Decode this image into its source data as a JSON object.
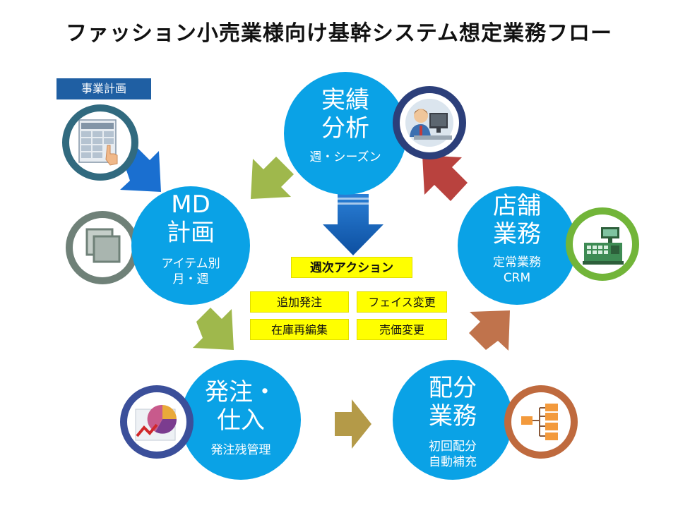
{
  "title": "ファッション小売業様向け基幹システム想定業務フロー",
  "plan_label": "事業計画",
  "nodes": {
    "results": {
      "main1": "実績",
      "main2": "分析",
      "sub1": "週・シーズン"
    },
    "md": {
      "main1": "MD",
      "main2": "計画",
      "sub1": "アイテム別",
      "sub2": "月・週"
    },
    "store": {
      "main1": "店舗",
      "main2": "業務",
      "sub1": "定常業務",
      "sub2": "CRM"
    },
    "order": {
      "main1": "発注・",
      "main2": "仕入",
      "sub1": "発注残管理"
    },
    "allocation": {
      "main1": "配分",
      "main2": "業務",
      "sub1": "初回配分",
      "sub2": "自動補充"
    }
  },
  "weekly_action": {
    "title": "週次アクション",
    "items": [
      "追加発注",
      "フェイス変更",
      "在庫再編集",
      "売価変更"
    ]
  },
  "colors": {
    "node": "#0aa2e6",
    "arrow_green": "#9fb84c",
    "arrow_red": "#b9423e",
    "arrow_brown": "#c0734c",
    "arrow_gold": "#b49a48",
    "arrow_blue": "#1565c0",
    "tag": "#ffff00"
  },
  "icons": [
    "spreadsheet-hand-icon",
    "stacked-documents-icon",
    "desk-person-icon",
    "cash-register-icon",
    "pie-chart-icon",
    "hierarchy-icon"
  ]
}
